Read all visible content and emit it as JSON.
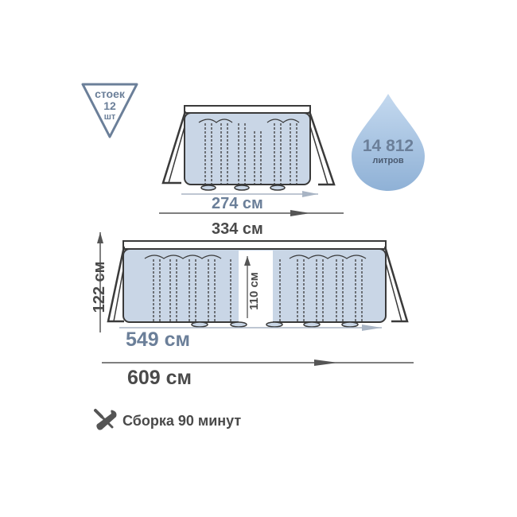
{
  "colors": {
    "pool_fill": "#c9d6e6",
    "outline": "#3a3a3a",
    "accent_blue": "#6b7f99",
    "text_gray": "#4a4a4a",
    "drop": "#a9c6e4"
  },
  "badge": {
    "line1": "стоек",
    "line2": "12",
    "line3": "шт"
  },
  "drop": {
    "value": "14 812",
    "unit": "литров"
  },
  "small_pool": {
    "inner_width": "274 см",
    "outer_width": "334 см"
  },
  "large_pool": {
    "inner_width": "549 см",
    "outer_width": "609 см",
    "outer_height": "122 см",
    "inner_height": "110 см"
  },
  "assembly": {
    "icon": "wrench-screwdriver-icon",
    "text": "Сборка 90 минут"
  }
}
